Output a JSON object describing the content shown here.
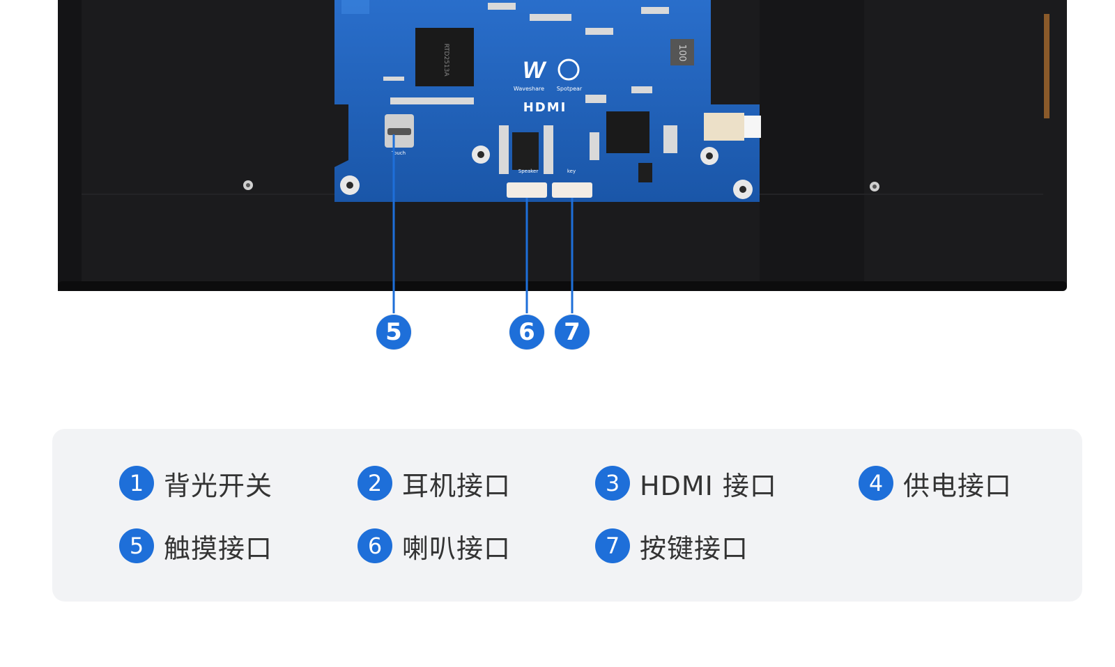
{
  "board": {
    "brand_left": "Waveshare",
    "brand_right": "Spotpear",
    "hdmi_mark": "HDMI",
    "chip_text": "RTD2513A",
    "inductor_text": "100",
    "port_touch": "Touch",
    "port_speaker": "Speaker",
    "port_key": "key"
  },
  "callouts": [
    "5",
    "6",
    "7"
  ],
  "legend": [
    {
      "num": "1",
      "label": "背光开关"
    },
    {
      "num": "2",
      "label": "耳机接口"
    },
    {
      "num": "3",
      "label": "HDMI 接口"
    },
    {
      "num": "4",
      "label": "供电接口"
    },
    {
      "num": "5",
      "label": "触摸接口"
    },
    {
      "num": "6",
      "label": "喇叭接口"
    },
    {
      "num": "7",
      "label": "按键接口"
    }
  ],
  "colors": {
    "accent": "#1e6fd9",
    "pcb": "#1d5fb8",
    "panel": "#1b1b1d",
    "legend_bg": "#f2f3f5"
  }
}
